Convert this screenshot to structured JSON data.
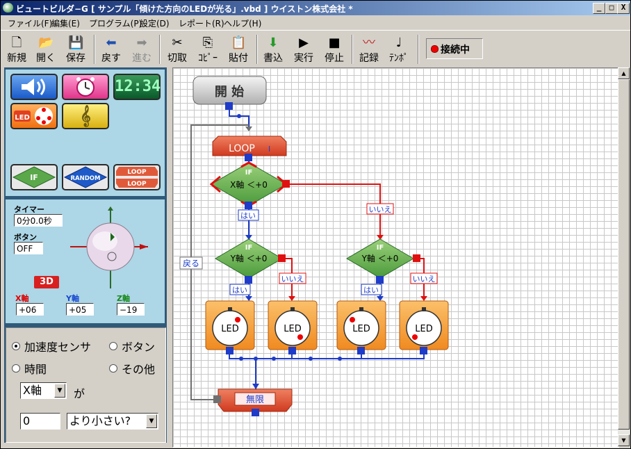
{
  "window": {
    "title": "ビュートビルダ−G [ サンプル「傾けた方向のLEDが光る」.vbd ]  ウイストン株式会社 *",
    "min_label": "_",
    "max_label": "□",
    "close_label": "X"
  },
  "menu": [
    "ファイル(F)",
    "編集(E)",
    "プログラム(P)",
    "設定(D)",
    "レポート(R)",
    "ヘルプ(H)"
  ],
  "toolbar": [
    {
      "label": "新規",
      "icon": "new-document-icon",
      "glyph": "🗋"
    },
    {
      "label": "開く",
      "icon": "open-folder-icon",
      "glyph": "📂"
    },
    {
      "label": "保存",
      "icon": "save-disk-icon",
      "glyph": "💾"
    },
    {
      "label": "戻す",
      "icon": "undo-arrow-icon",
      "glyph": "⬅"
    },
    {
      "label": "進む",
      "icon": "redo-arrow-icon",
      "glyph": "➡"
    },
    {
      "label": "切取",
      "icon": "cut-scissors-icon",
      "glyph": "✂"
    },
    {
      "label": "ｺﾋﾟｰ",
      "icon": "copy-icon",
      "glyph": "⎘"
    },
    {
      "label": "貼付",
      "icon": "paste-clipboard-icon",
      "glyph": "📋"
    },
    {
      "label": "書込",
      "icon": "write-download-icon",
      "glyph": "⬇"
    },
    {
      "label": "実行",
      "icon": "play-icon",
      "glyph": "▶"
    },
    {
      "label": "停止",
      "icon": "stop-icon",
      "glyph": "■"
    },
    {
      "label": "記録",
      "icon": "record-waveform-icon",
      "glyph": "〰"
    },
    {
      "label": "ﾃﾝﾎﾟ",
      "icon": "tempo-note-icon",
      "glyph": "♩"
    }
  ],
  "connection": {
    "label": "接続中",
    "color": "#e00000"
  },
  "palette": {
    "clock_text": "12:34",
    "led_label": "LED",
    "music_glyph": "𝄞",
    "if_label": "IF",
    "random_label": "RANDOM",
    "loop_label_top": "LOOP",
    "loop_label_bottom": "LOOP"
  },
  "sensor": {
    "timer_label": "タイマー",
    "timer_value": "0分0.0秒",
    "button_label": "ボタン",
    "button_value": "OFF",
    "view_3d_label": "3D",
    "x_label": "X軸",
    "x_value": "+06",
    "y_label": "Y軸",
    "y_value": "+05",
    "z_label": "Z軸",
    "z_value": "−19"
  },
  "condition": {
    "radio_accel": "加速度センサ",
    "radio_button": "ボタン",
    "radio_time": "時間",
    "radio_other": "その他",
    "axis_value": "X軸",
    "ga_label": "が",
    "threshold_value": "0",
    "compare_value": "より小さい?"
  },
  "flow": {
    "start_label": "開 始",
    "loop_label": "LOOP",
    "loop_marker": "I",
    "if_top": "IF",
    "cond_x": "X軸 ＜+0",
    "cond_y1": "Y軸 ＜+0",
    "cond_y2": "Y軸 ＜+0",
    "yes_label": "はい",
    "no_label": "いいえ",
    "return_label": "戻る",
    "led_label": "LED",
    "infinite_label": "無限"
  },
  "colors": {
    "flow_line": "#1e3cc8",
    "no_line": "#e01010",
    "if_green": "#6aa84f",
    "loop_red": "#e05a3a",
    "led_orange": "#f7a23a"
  }
}
